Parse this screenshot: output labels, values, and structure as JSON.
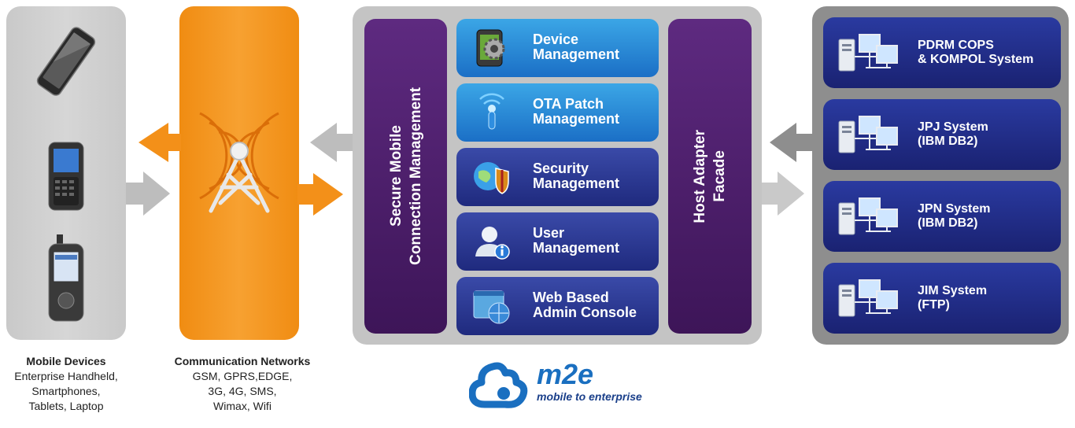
{
  "devices": {
    "title": "Mobile Devices",
    "lines": [
      "Enterprise Handheld,",
      "Smartphones,",
      "Tablets, Laptop"
    ]
  },
  "network": {
    "title": "Communication Networks",
    "lines": [
      "GSM, GPRS,EDGE,",
      "3G, 4G, SMS,",
      "Wimax, Wifi"
    ]
  },
  "platform": {
    "secure_bar": [
      "Secure Mobile",
      "Connection Management"
    ],
    "host_bar": [
      "Host Adapter",
      "Facade"
    ],
    "modules": [
      {
        "line1": "Device",
        "line2": "Management",
        "icon": "gear-phone-icon"
      },
      {
        "line1": "OTA Patch",
        "line2": "Management",
        "icon": "antenna-icon"
      },
      {
        "line1": "Security",
        "line2": "Management",
        "icon": "globe-shield-icon"
      },
      {
        "line1": "User",
        "line2": "Management",
        "icon": "user-info-icon"
      },
      {
        "line1": "Web Based",
        "line2": "Admin Console",
        "icon": "web-console-icon"
      }
    ]
  },
  "systems": [
    {
      "line1": "PDRM COPS",
      "line2": "& KOMPOL System",
      "icon": "computer-network-icon"
    },
    {
      "line1": "JPJ System",
      "line2": "(IBM DB2)",
      "icon": "computer-network-icon"
    },
    {
      "line1": "JPN System",
      "line2": "(IBM DB2)",
      "icon": "computer-network-icon"
    },
    {
      "line1": "JIM System",
      "line2": "(FTP)",
      "icon": "computer-network-icon"
    }
  ],
  "logo": {
    "name": "m2e",
    "tagline": "mobile to enterprise"
  },
  "colors": {
    "network_orange": "#f39019",
    "bar_purple": "#4a1c6a",
    "module_blue": "#2a8ad8",
    "module_navy": "#26318e",
    "system_navy": "#1f2a82",
    "logo_blue": "#1a6fc0"
  }
}
